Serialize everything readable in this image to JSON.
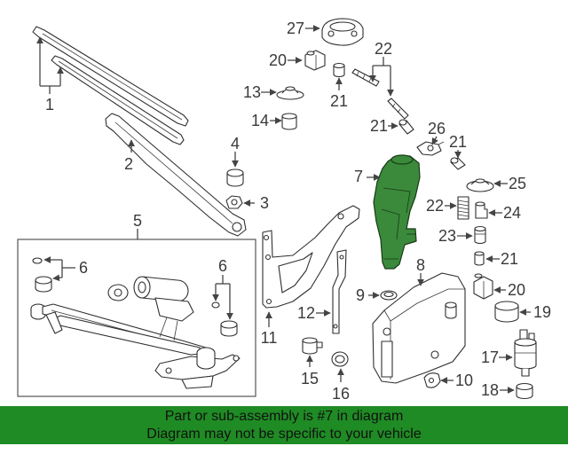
{
  "diagram": {
    "callouts": [
      "27",
      "20",
      "22",
      "21",
      "13",
      "14",
      "21",
      "26",
      "21",
      "1",
      "4",
      "2",
      "3",
      "7",
      "25",
      "22",
      "24",
      "5",
      "23",
      "6",
      "21",
      "6",
      "8",
      "20",
      "9",
      "12",
      "19",
      "11",
      "17",
      "15",
      "16",
      "10",
      "18"
    ],
    "highlight_color": "#3b8a3b"
  },
  "banner": {
    "line1": "Part or sub-assembly is #7 in diagram",
    "line2": "Diagram may not be specific to your vehicle",
    "background": "#1f8b24"
  }
}
